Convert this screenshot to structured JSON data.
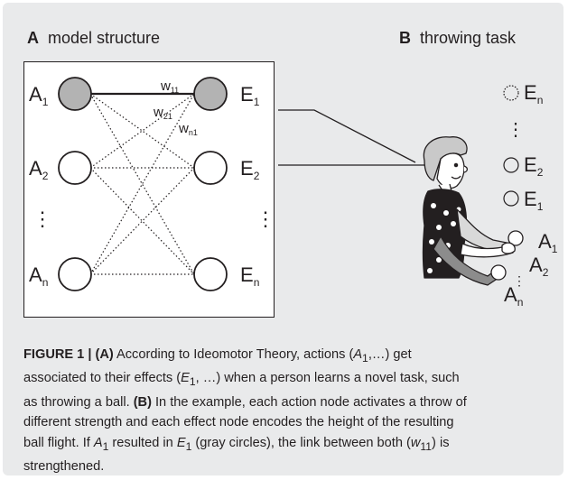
{
  "panel_a": {
    "letter": "A",
    "title": "model structure",
    "action_nodes": [
      "A1",
      "A2",
      "An"
    ],
    "effect_nodes": [
      "E1",
      "E2",
      "En"
    ],
    "weights": [
      "w11",
      "w21",
      "wn1"
    ],
    "ellipsis": "⋮",
    "active_node_color": "#b3b3b3"
  },
  "panel_b": {
    "letter": "B",
    "title": "throwing task",
    "effect_heights": [
      "En",
      "E2",
      "E1"
    ],
    "actions": [
      "A1",
      "A2",
      "An"
    ],
    "ellipsis": "⋮"
  },
  "caption": {
    "figure_label": "FIGURE 1 |",
    "a_label": "(A)",
    "a_text_1": " According to Ideomotor Theory, actions (",
    "a_text_1_tail": ",…) get",
    "a_text_2": "associated to their effects (",
    "a_text_2_tail": ", …) when a person learns a novel task, such",
    "a_text_3": "as throwing a ball. ",
    "b_label": "(B)",
    "b_text_3": " In the example, each action node activates a throw of",
    "line_4": "different strength and each effect node encodes the height of the resulting",
    "line_5_a": "ball flight. If ",
    "line_5_b": " resulted in ",
    "line_5_c": " (gray circles), the link between both (",
    "line_5_d": ") is",
    "line_6": "strengthened.",
    "sym_A": "A",
    "sym_E": "E",
    "sym_w": "w",
    "sub_1": "1",
    "sub_11": "11"
  },
  "colors": {
    "background": "#e9eaeb",
    "ink": "#231f20",
    "node_fill_active": "#b3b3b3"
  }
}
